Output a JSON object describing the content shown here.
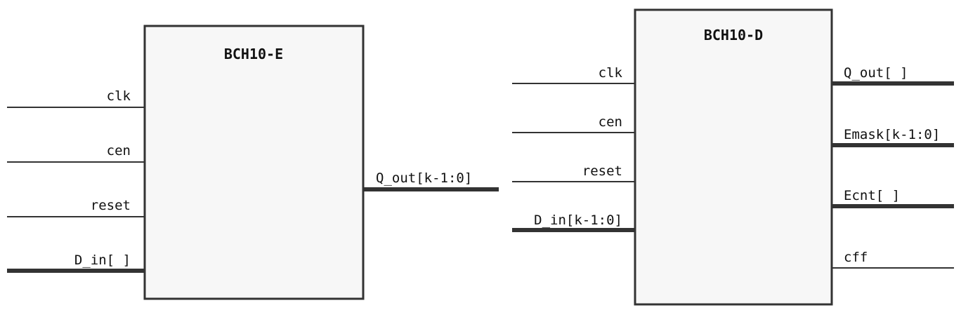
{
  "encoder": {
    "title": "BCH10-E",
    "inputs": [
      "clk",
      "cen",
      "reset",
      "D_in[ ]"
    ],
    "output": "Q_out[k-1:0]"
  },
  "decoder": {
    "title": "BCH10-D",
    "inputs": [
      "clk",
      "cen",
      "reset",
      "D_in[k-1:0]"
    ],
    "outputs": [
      "Q_out[ ]",
      "Emask[k-1:0]",
      "Ecnt[ ]",
      "cff"
    ]
  }
}
